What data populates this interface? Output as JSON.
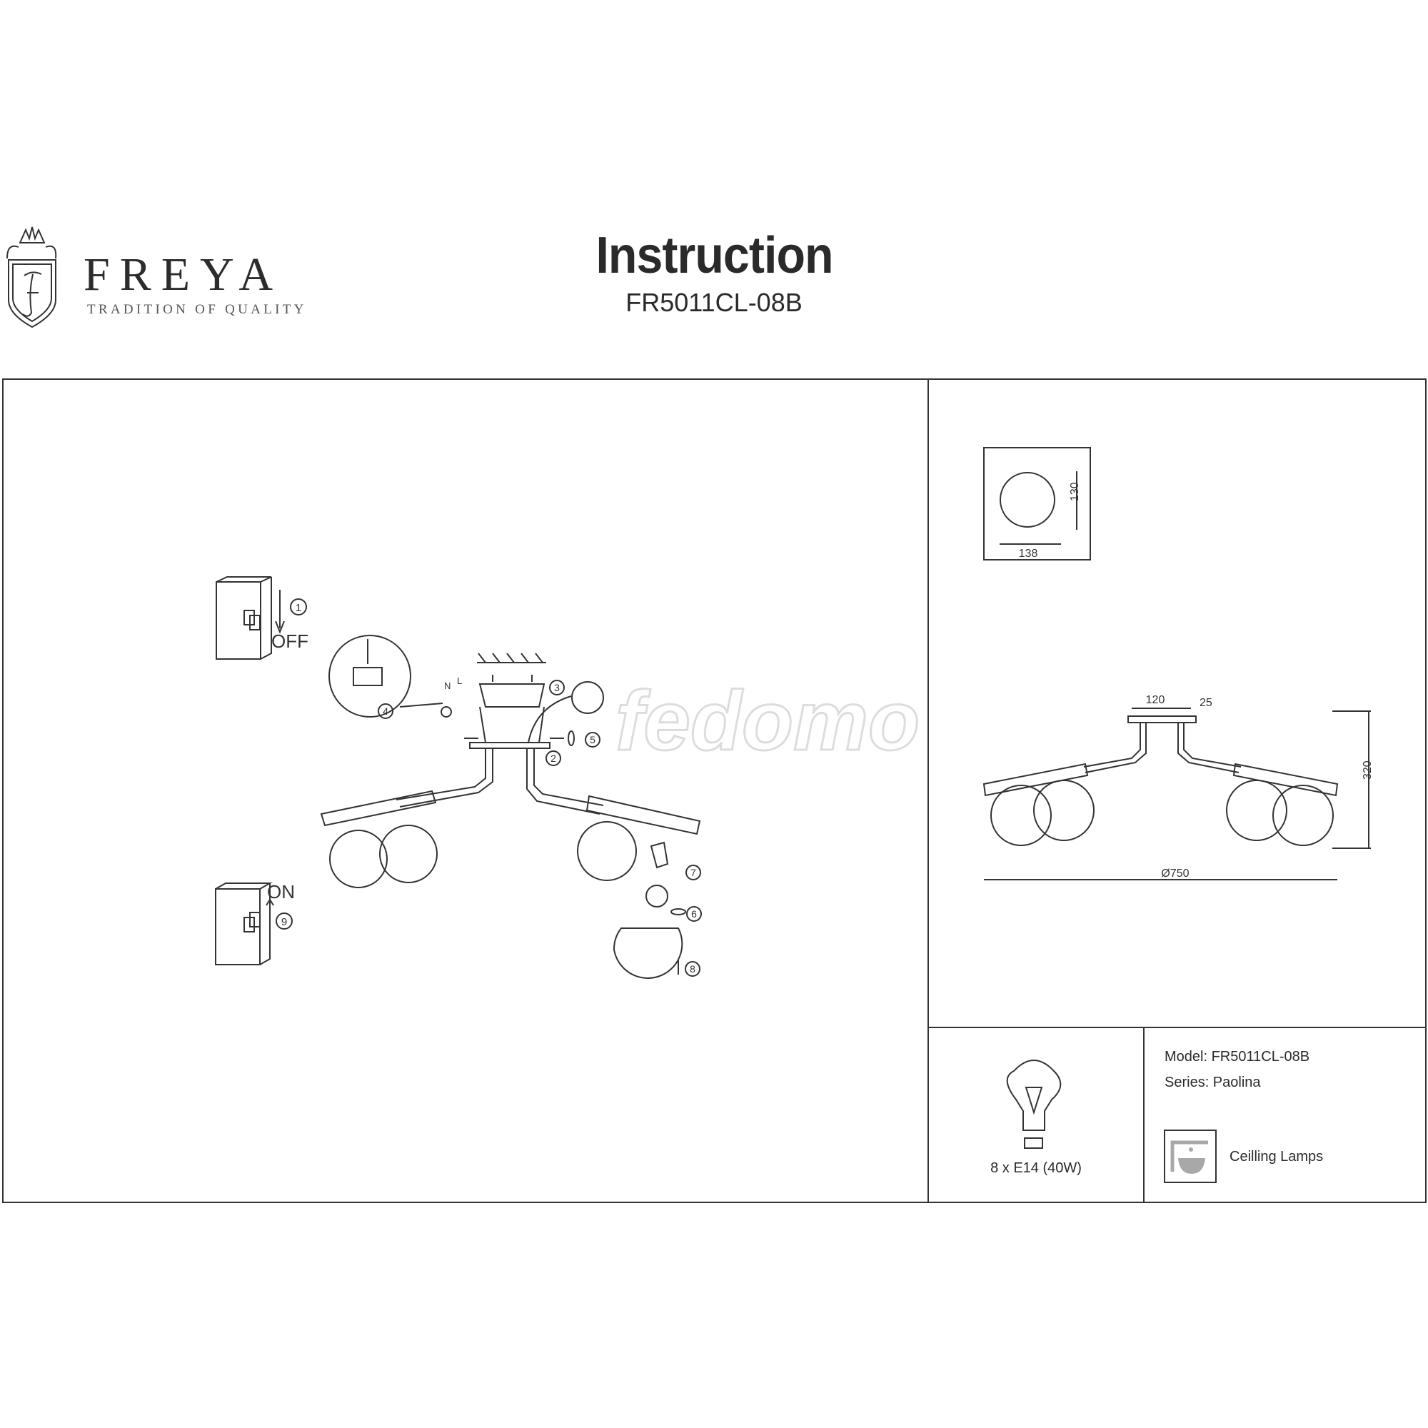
{
  "header": {
    "brand": "FREYA",
    "brand_tagline": "TRADITION OF QUALITY",
    "logo_letter": "F",
    "title": "Instruction",
    "model_code": "FR5011CL-08B"
  },
  "assembly": {
    "switch_off": "OFF",
    "switch_on": "ON",
    "wire_labels": [
      "N",
      "L"
    ],
    "steps": [
      "1",
      "2",
      "3",
      "4",
      "5",
      "6",
      "7",
      "8",
      "9"
    ],
    "watermark": "fedomo"
  },
  "dimensions": {
    "shade_height": "130",
    "shade_width": "138",
    "canopy_width": "120",
    "canopy_height": "25",
    "total_height": "320",
    "diameter": "Ø750"
  },
  "specs": {
    "lamp": "8 x E14 (40W)",
    "model": "Model: FR5011CL-08B",
    "series": "Series: Paolina",
    "type": "Ceilling Lamps"
  },
  "colors": {
    "line": "#333333",
    "icon_gray": "#a8a8a8"
  }
}
